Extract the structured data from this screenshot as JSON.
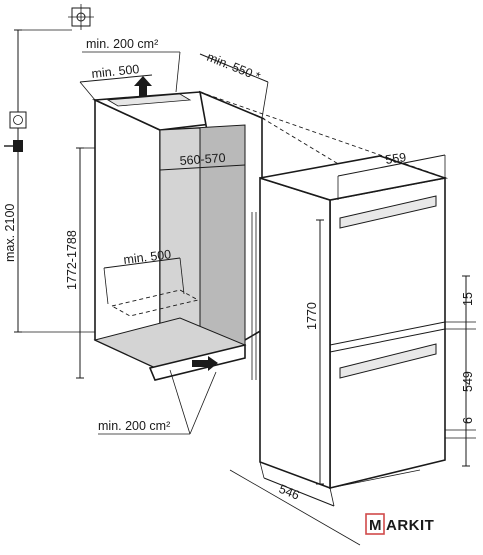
{
  "labels": {
    "vent_top": "min. 200 cm²",
    "vent_bottom": "min. 200 cm²",
    "top_depth": "min. 500",
    "floor_depth": "min. 500",
    "niche_depth": "min. 550 *",
    "niche_width": "560-570",
    "niche_height": "1772-1788",
    "max_height": "max. 2100",
    "appliance_width": "559",
    "appliance_height": "1770",
    "appliance_depth": "546",
    "gap_top": "15",
    "door_lower": "549",
    "gap_bottom": "6"
  },
  "logo": {
    "letter": "M",
    "text": "ARKIT"
  },
  "icons": [
    "crosshair-icon",
    "socket-icon",
    "plug-icon",
    "air-flow-arrow-icon"
  ],
  "colors": {
    "line": "#1a1a1a",
    "cavity_grey": "#b9b9b9",
    "background": "#ffffff",
    "logo_border": "#d04a4a"
  }
}
